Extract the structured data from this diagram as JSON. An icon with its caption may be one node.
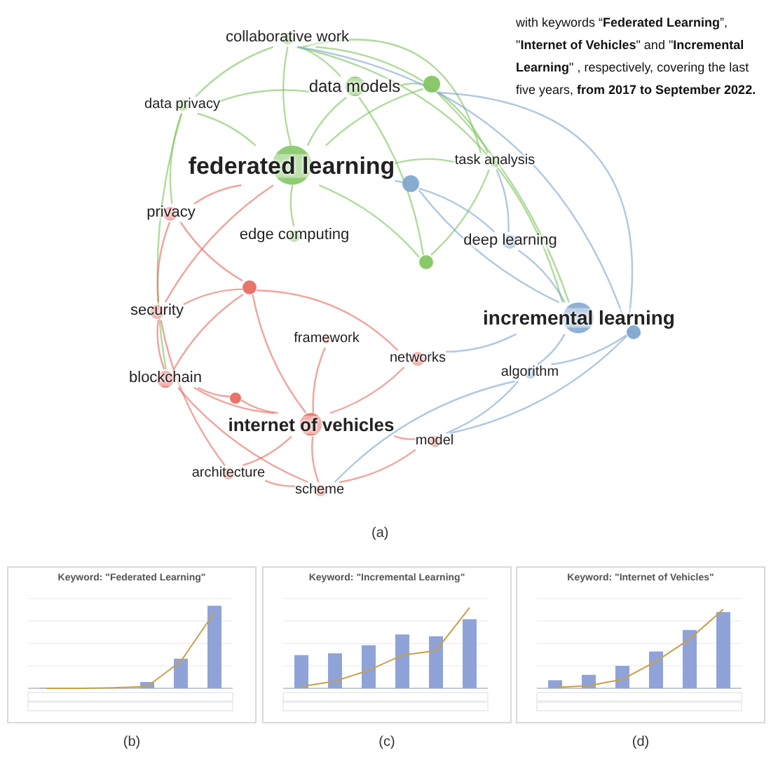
{
  "diagram": {
    "nodes": [
      {
        "text": [
          "collaborative work"
        ]
      },
      {
        "text": [
          "data models"
        ]
      },
      {
        "text": [],
        "shape": "circle"
      },
      {
        "text": [
          "data privacy"
        ]
      },
      {
        "text": [
          "federated learning"
        ]
      },
      {
        "text": [
          "task analysis"
        ]
      },
      {
        "text": [],
        "shape": "circle"
      },
      {
        "text": [
          "privacy"
        ]
      },
      {
        "text": [
          "edge computing"
        ]
      },
      {
        "text": [
          "deep learning"
        ]
      },
      {
        "text": [],
        "shape": "circle"
      },
      {
        "text": [],
        "shape": "circle"
      },
      {
        "text": [
          "security"
        ]
      },
      {
        "text": [
          "incremental learning"
        ]
      },
      {
        "text": [],
        "shape": "circle"
      },
      {
        "text": [
          "framework"
        ]
      },
      {
        "text": [
          "networks"
        ]
      },
      {
        "text": [
          "blockchain"
        ]
      },
      {
        "text": [
          "algorithm"
        ]
      },
      {
        "text": [],
        "shape": "circle"
      },
      {
        "text": [
          "internet of vehicles"
        ]
      },
      {
        "text": [
          "model"
        ]
      },
      {
        "text": [
          "architecture"
        ]
      },
      {
        "text": [
          "scheme"
        ]
      }
    ],
    "edges": [
      {
        "from": 0,
        "to": 1,
        "arrow": "none",
        "color": "#7cc35a"
      },
      {
        "from": 0,
        "to": 2,
        "arrow": "none",
        "color": "#7cc35a"
      },
      {
        "from": 0,
        "to": 3,
        "arrow": "none",
        "color": "#7cc35a"
      },
      {
        "from": 0,
        "to": 4,
        "arrow": "none",
        "color": "#7cc35a"
      },
      {
        "from": 1,
        "to": 2,
        "arrow": "none",
        "color": "#7cc35a"
      },
      {
        "from": 1,
        "to": 4,
        "arrow": "none",
        "color": "#7cc35a"
      },
      {
        "from": 1,
        "to": 3,
        "arrow": "none",
        "color": "#7cc35a"
      },
      {
        "from": 2,
        "to": 5,
        "arrow": "none",
        "color": "#7cc35a"
      },
      {
        "from": 2,
        "to": 4,
        "arrow": "none",
        "color": "#7cc35a"
      },
      {
        "from": 3,
        "to": 4,
        "arrow": "none",
        "color": "#7cc35a"
      },
      {
        "from": 4,
        "to": 5,
        "arrow": "none",
        "color": "#7cc35a"
      },
      {
        "from": 4,
        "to": 8,
        "arrow": "none",
        "color": "#7cc35a"
      },
      {
        "from": 5,
        "to": 10,
        "arrow": "none",
        "color": "#7cc35a"
      },
      {
        "from": 1,
        "to": 10,
        "arrow": "none",
        "color": "#7cc35a"
      },
      {
        "from": 0,
        "to": 5,
        "arrow": "none",
        "color": "#7cc35a"
      },
      {
        "from": 3,
        "to": 7,
        "arrow": "none",
        "color": "#7cc35a"
      },
      {
        "from": 4,
        "to": 10,
        "arrow": "none",
        "color": "#7cc35a"
      },
      {
        "from": 2,
        "to": 13,
        "arrow": "none",
        "color": "#7cc35a"
      },
      {
        "from": 0,
        "to": 13,
        "arrow": "none",
        "color": "#7cc35a"
      },
      {
        "from": 3,
        "to": 17,
        "arrow": "none",
        "color": "#7cc35a"
      },
      {
        "from": 7,
        "to": 12,
        "arrow": "none",
        "color": "#e8655a"
      },
      {
        "from": 12,
        "to": 17,
        "arrow": "none",
        "color": "#e8655a"
      },
      {
        "from": 17,
        "to": 20,
        "arrow": "none",
        "color": "#e8655a"
      },
      {
        "from": 20,
        "to": 22,
        "arrow": "none",
        "color": "#e8655a"
      },
      {
        "from": 20,
        "to": 23,
        "arrow": "none",
        "color": "#e8655a"
      },
      {
        "from": 22,
        "to": 23,
        "arrow": "none",
        "color": "#e8655a"
      },
      {
        "from": 11,
        "to": 20,
        "arrow": "none",
        "color": "#e8655a"
      },
      {
        "from": 11,
        "to": 7,
        "arrow": "none",
        "color": "#e8655a"
      },
      {
        "from": 11,
        "to": 12,
        "arrow": "none",
        "color": "#e8655a"
      },
      {
        "from": 19,
        "to": 20,
        "arrow": "none",
        "color": "#e8655a"
      },
      {
        "from": 16,
        "to": 20,
        "arrow": "none",
        "color": "#e8655a"
      },
      {
        "from": 15,
        "to": 20,
        "arrow": "none",
        "color": "#e8655a"
      },
      {
        "from": 21,
        "to": 20,
        "arrow": "none",
        "color": "#e8655a"
      },
      {
        "from": 21,
        "to": 23,
        "arrow": "none",
        "color": "#e8655a"
      },
      {
        "from": 7,
        "to": 4,
        "arrow": "none",
        "color": "#e8655a"
      },
      {
        "from": 12,
        "to": 4,
        "arrow": "none",
        "color": "#e8655a"
      },
      {
        "from": 17,
        "to": 11,
        "arrow": "none",
        "color": "#e8655a"
      },
      {
        "from": 16,
        "to": 11,
        "arrow": "none",
        "color": "#e8655a"
      },
      {
        "from": 23,
        "to": 17,
        "arrow": "none",
        "color": "#e8655a"
      },
      {
        "from": 19,
        "to": 17,
        "arrow": "none",
        "color": "#e8655a"
      },
      {
        "from": 22,
        "to": 12,
        "arrow": "none",
        "color": "#e8655a"
      },
      {
        "from": 6,
        "to": 13,
        "arrow": "none",
        "color": "#7ba3cc"
      },
      {
        "from": 9,
        "to": 13,
        "arrow": "none",
        "color": "#7ba3cc"
      },
      {
        "from": 13,
        "to": 14,
        "arrow": "none",
        "color": "#7ba3cc"
      },
      {
        "from": 13,
        "to": 18,
        "arrow": "none",
        "color": "#7ba3cc"
      },
      {
        "from": 6,
        "to": 9,
        "arrow": "none",
        "color": "#7ba3cc"
      },
      {
        "from": 6,
        "to": 4,
        "arrow": "none",
        "color": "#7ba3cc"
      },
      {
        "from": 14,
        "to": 21,
        "arrow": "none",
        "color": "#7ba3cc"
      },
      {
        "from": 18,
        "to": 14,
        "arrow": "none",
        "color": "#7ba3cc"
      },
      {
        "from": 18,
        "to": 21,
        "arrow": "none",
        "color": "#7ba3cc"
      },
      {
        "from": 16,
        "to": 13,
        "arrow": "none",
        "color": "#7ba3cc"
      },
      {
        "from": 5,
        "to": 9,
        "arrow": "none",
        "color": "#7ba3cc"
      },
      {
        "from": 14,
        "to": 0,
        "arrow": "none",
        "color": "#7ba3cc"
      },
      {
        "from": 14,
        "to": 2,
        "arrow": "none",
        "color": "#7ba3cc"
      },
      {
        "from": 18,
        "to": 23,
        "arrow": "none",
        "color": "#7ba3cc"
      }
    ],
    "labels": [
      "with keywords “**Federated Learning**”, \"**Internet of Vehicles**\" and \"**Incremental Learning**\" , respectively, covering the last five years, **from 2017 to September 2022.**",
      "(a)",
      "Keyword: \"Federated Learning\"",
      "(b)",
      "Keyword: \"Incremental Learning\"",
      "(c)",
      "Keyword: \"Internet of Vehicles\"",
      "(d)"
    ]
  }
}
